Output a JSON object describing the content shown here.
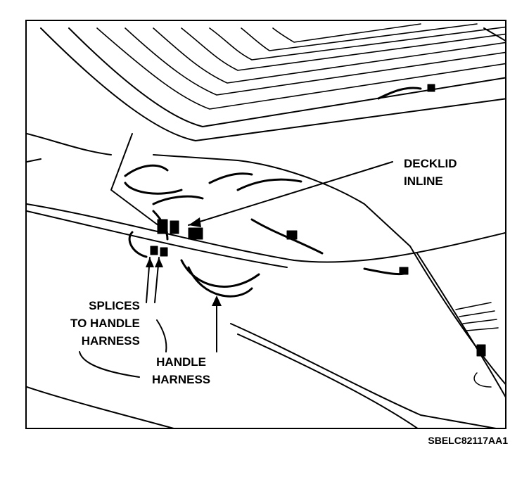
{
  "callouts": {
    "decklid_inline": [
      "DECKLID",
      "INLINE"
    ],
    "splices": [
      "SPLICES",
      "TO HANDLE",
      "HARNESS"
    ],
    "handle_harness": [
      "HANDLE",
      "HARNESS"
    ]
  },
  "reference_code": "SBELC82117AA1"
}
